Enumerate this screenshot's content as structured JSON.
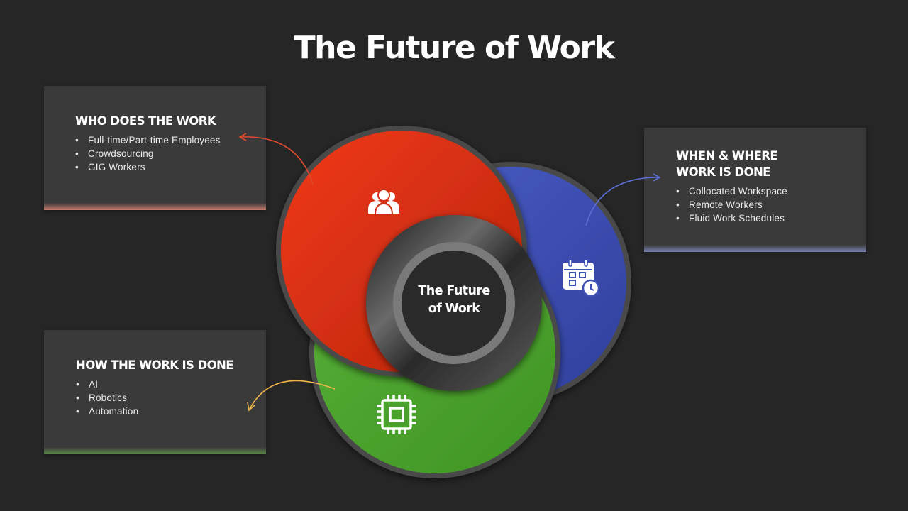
{
  "title": "The Future of Work",
  "center": {
    "line1": "The Future",
    "line2": "of Work"
  },
  "cards": {
    "who": {
      "heading": "WHO DOES THE WORK",
      "items": [
        "Full-time/Part-time Employees",
        "Crowdsourcing",
        "GIG Workers"
      ]
    },
    "when": {
      "heading_line1": "WHEN & WHERE",
      "heading_line2": "WORK IS DONE",
      "items": [
        "Collocated Workspace",
        "Remote Workers",
        "Fluid Work Schedules"
      ]
    },
    "how": {
      "heading": "HOW THE WORK IS DONE",
      "items": [
        "AI",
        "Robotics",
        "Automation"
      ]
    }
  },
  "segments": {
    "who": {
      "color": "#e03a1c",
      "icon": "people-icon"
    },
    "when": {
      "color": "#3f52b5",
      "icon": "calendar-clock-icon"
    },
    "how": {
      "color": "#4da42d",
      "icon": "cpu-chip-icon"
    }
  },
  "connector_colors": {
    "who": "#e04a2c",
    "when": "#5b6fd6",
    "how": "#f0b54a"
  }
}
